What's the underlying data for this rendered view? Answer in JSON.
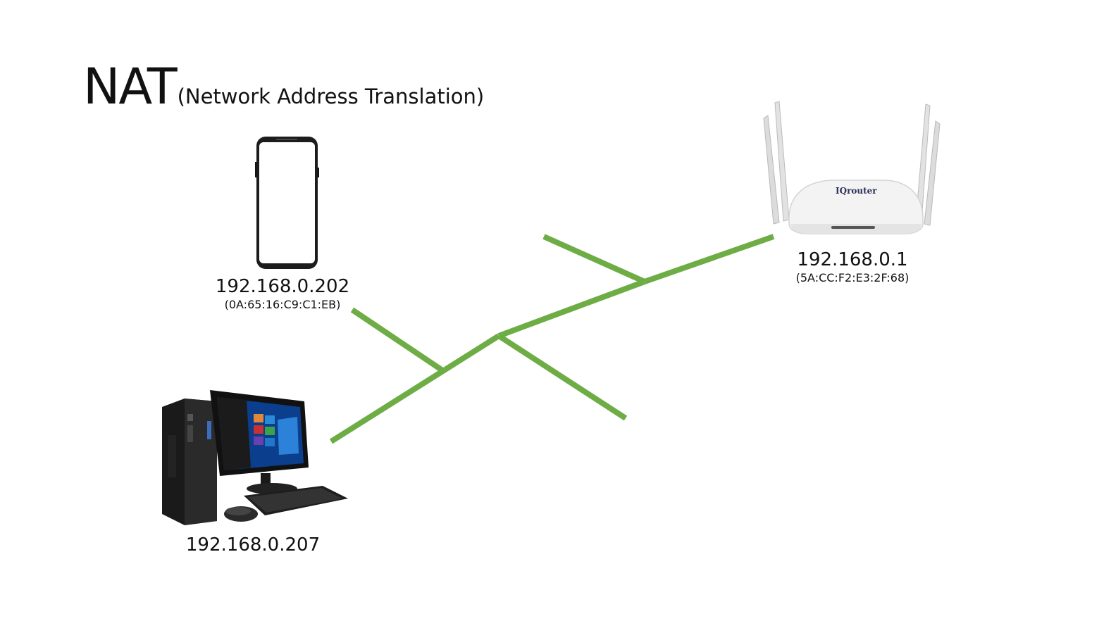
{
  "diagram": {
    "title": "NAT",
    "subtitle": "(Network Address Translation)",
    "line_color": "#6ead46",
    "devices": {
      "phone": {
        "ip": "192.168.0.202",
        "mac": "(0A:65:16:C9:C1:EB)",
        "icon": "smartphone-icon"
      },
      "desktop": {
        "ip": "192.168.0.207",
        "icon": "desktop-computer-icon"
      },
      "router": {
        "ip": "192.168.0.1",
        "mac": "(5A:CC:F2:E3:2F:68)",
        "brand": "IQrouter",
        "icon": "wifi-router-icon"
      }
    }
  }
}
